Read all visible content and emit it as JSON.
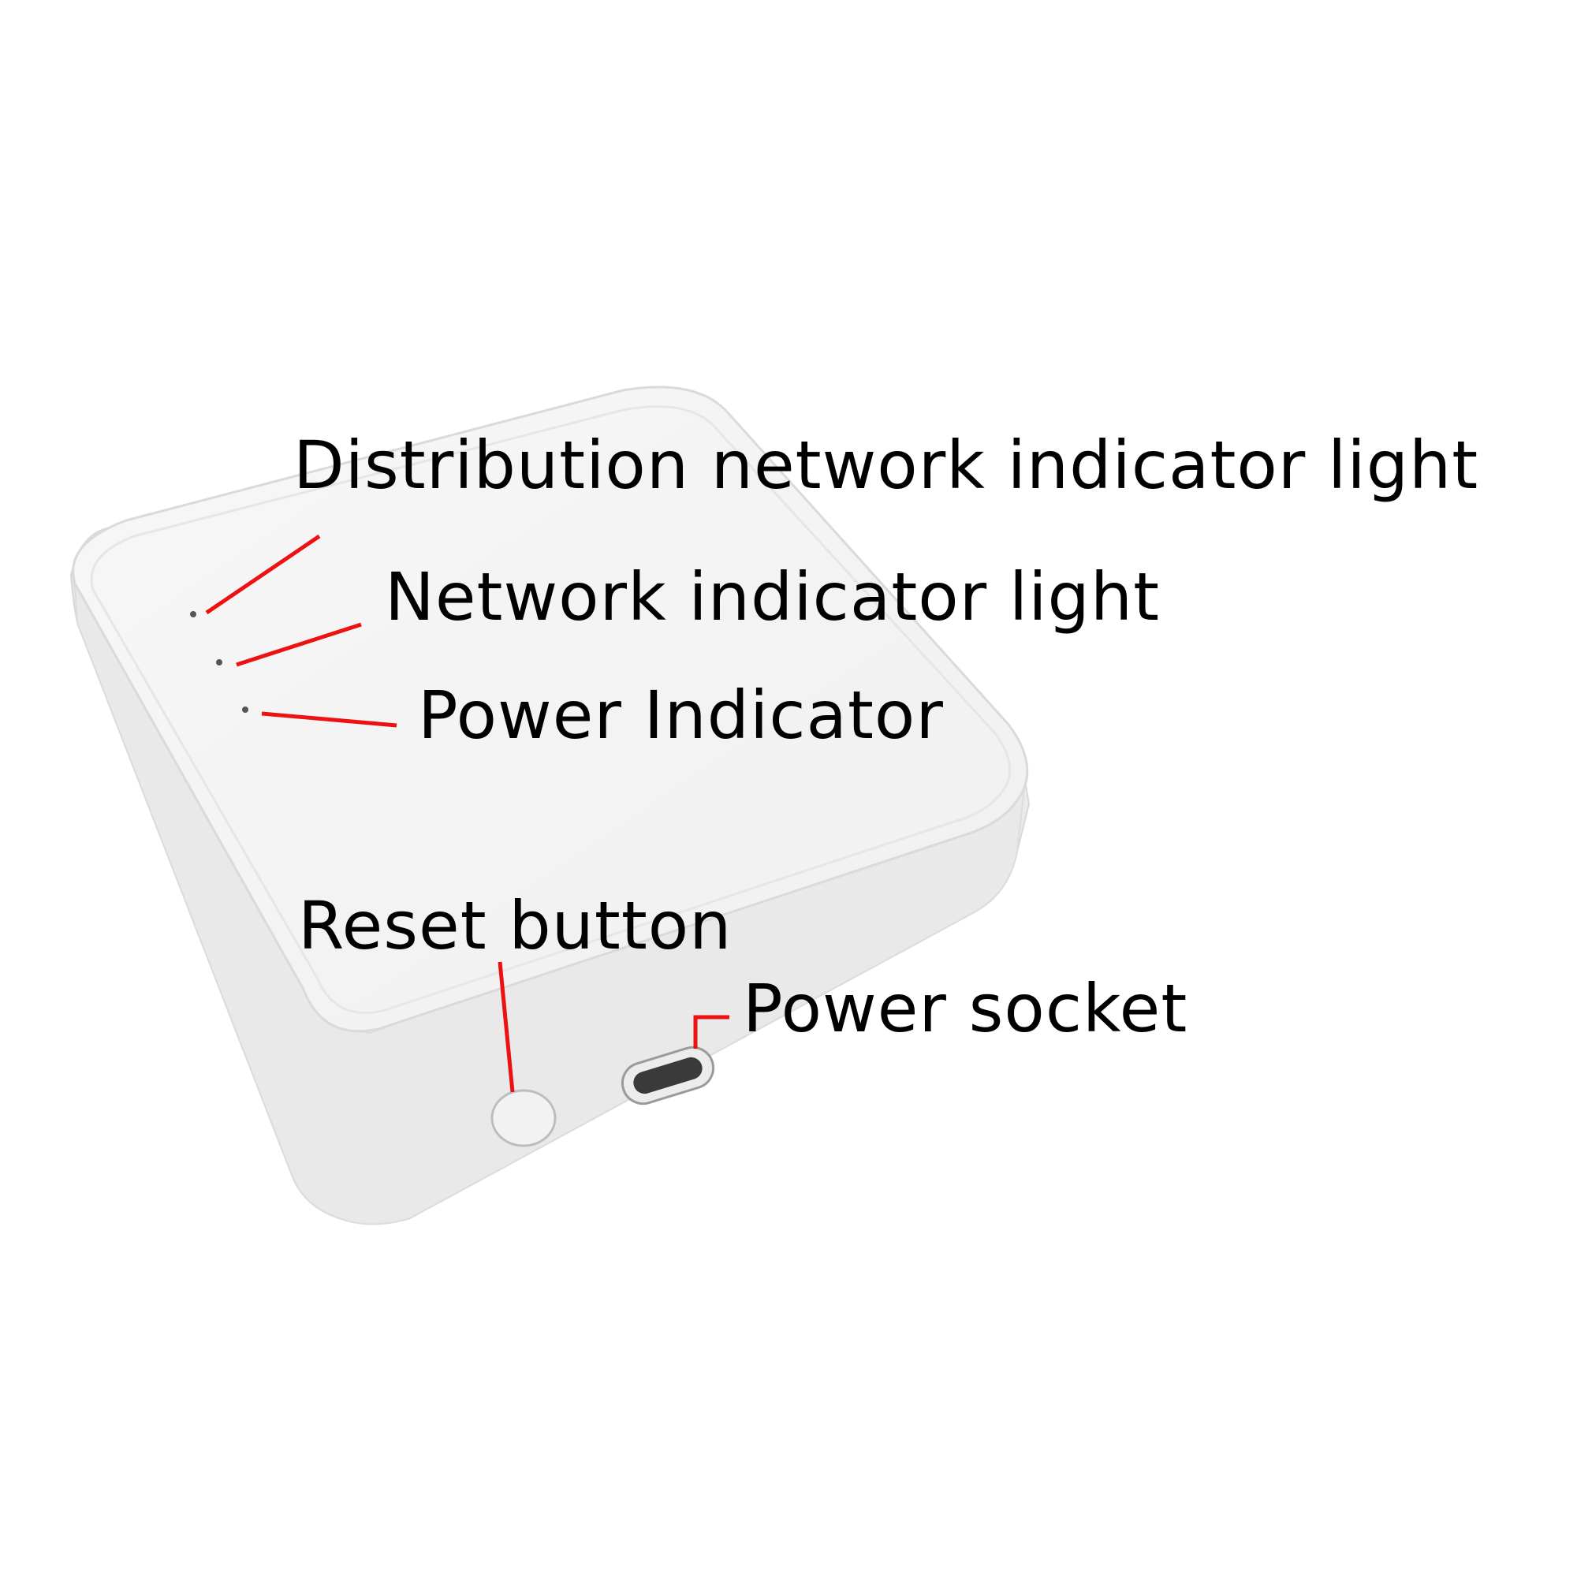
{
  "callouts": {
    "distribution_network_indicator": "Distribution network indicator light",
    "network_indicator": "Network indicator light",
    "power_indicator": "Power Indicator",
    "reset_button": "Reset button",
    "power_socket": "Power socket"
  },
  "colors": {
    "background": "#ffffff",
    "device_top": "#f4f4f4",
    "device_side": "#e7e7e7",
    "device_edge": "#d6d6d6",
    "leader_line": "#ee1111",
    "label_text": "#000000",
    "port": "#3a3a3a"
  },
  "icons": {
    "led": "led-dot-icon",
    "reset": "reset-button-icon",
    "socket": "usb-c-port-icon"
  }
}
